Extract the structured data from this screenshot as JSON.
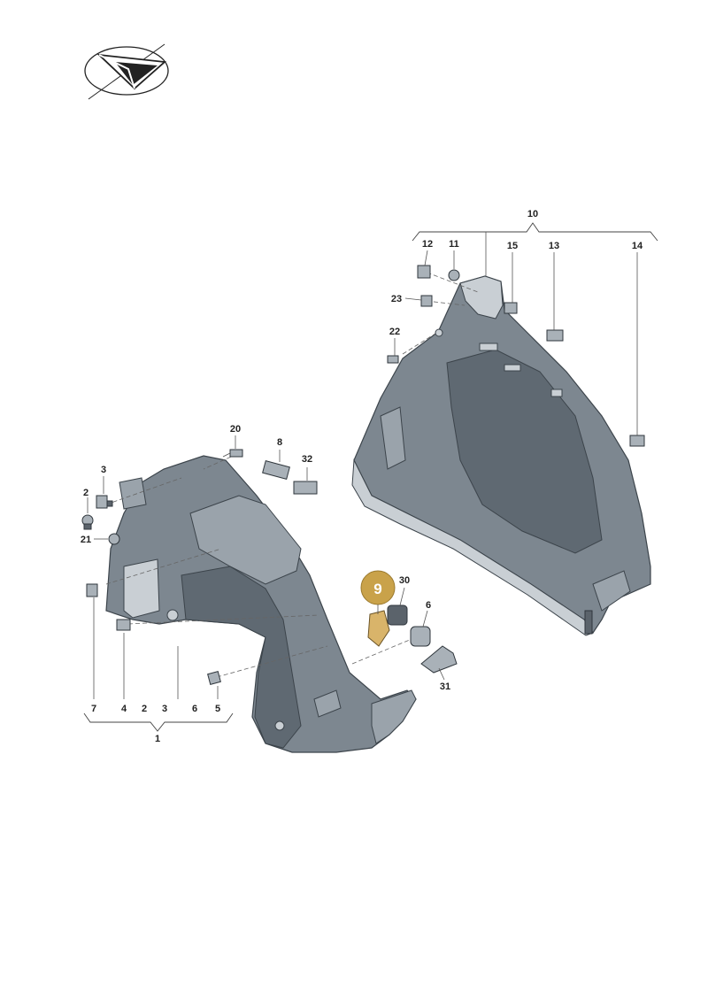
{
  "logo": {
    "name": "brand-logo"
  },
  "highlight": {
    "label": "9",
    "color": "#c9a24a"
  },
  "group_left": {
    "label": "1",
    "sub_labels": [
      "7",
      "4",
      "2",
      "3",
      "6",
      "5"
    ]
  },
  "group_right": {
    "label": "10"
  },
  "callouts": {
    "p2": "2",
    "p3": "3",
    "p8": "8",
    "p20": "20",
    "p21": "21",
    "p32": "32",
    "p7": "7",
    "p4": "4",
    "p5": "5",
    "p6": "6",
    "p30": "30",
    "p31": "31",
    "p11": "11",
    "p12": "12",
    "p13": "13",
    "p14": "14",
    "p15": "15",
    "p22": "22",
    "p23": "23"
  }
}
